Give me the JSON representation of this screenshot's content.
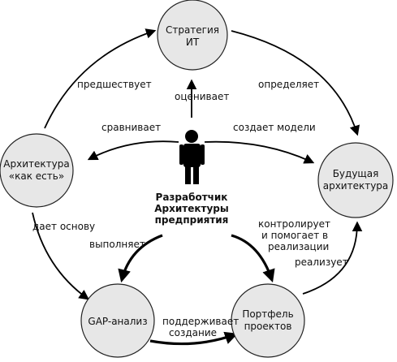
{
  "nodes": {
    "strategy": [
      "Стратегия",
      "ИТ"
    ],
    "as_is": [
      "Архитектура",
      "«как есть»"
    ],
    "future": [
      "Будущая",
      "архитектура"
    ],
    "gap": [
      "GAP-анализ"
    ],
    "portfolio": [
      "Портфель",
      "проектов"
    ]
  },
  "actor": [
    "Разработчик",
    "Архитектуры",
    "предприятия"
  ],
  "edges": {
    "precedes": "предшествует",
    "defines": "определяет",
    "evaluates": "оценивает",
    "compares": "сравнивает",
    "creates_models": "создает модели",
    "gives_basis": "дает основу",
    "performs": "выполняет",
    "controls": [
      "контролирует",
      "и помогает в",
      "реализации"
    ],
    "implements": "реализует",
    "supports": [
      "поддерживает",
      "создание"
    ]
  }
}
